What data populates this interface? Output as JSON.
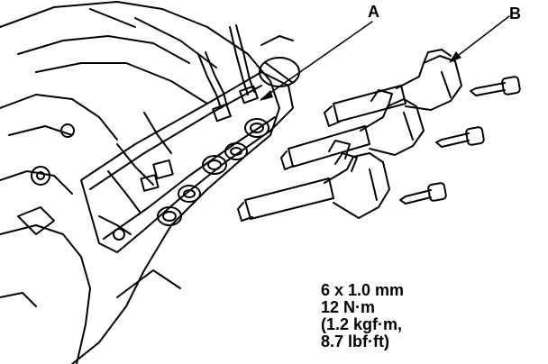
{
  "callouts": {
    "a": "A",
    "b": "B"
  },
  "spec": {
    "line1": "6 x 1.0 mm",
    "line2": "12 N·m",
    "line3": "(1.2 kgf·m,",
    "line4": "8.7 lbf·ft)"
  }
}
